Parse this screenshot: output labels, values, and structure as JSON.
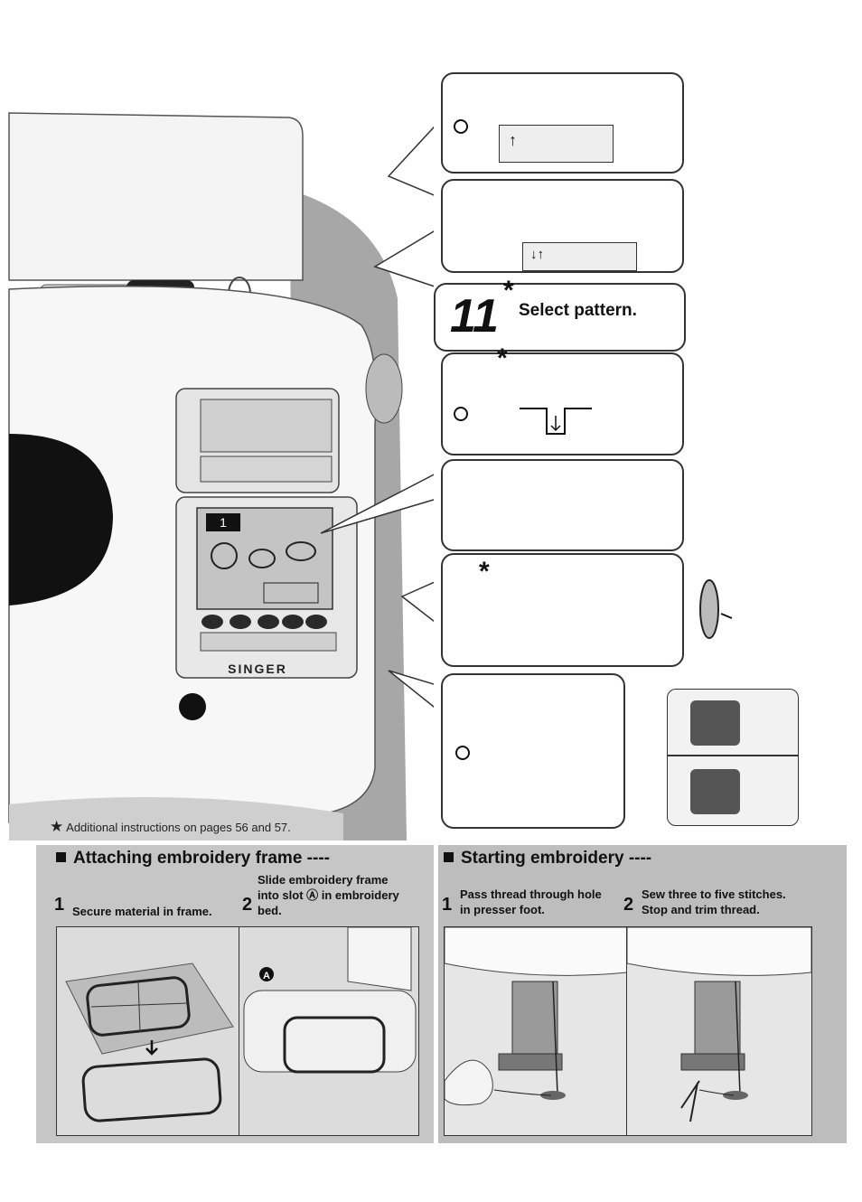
{
  "callouts": {
    "step11_number": "11",
    "step11_label": "Select pattern.",
    "asterisk": "*"
  },
  "footnote": {
    "star": "★",
    "text": "Additional instructions on pages 56 and 57."
  },
  "machine": {
    "brand": "SINGER",
    "display_number": "1"
  },
  "attaching": {
    "title": "Attaching embroidery frame ----",
    "step1_number": "1",
    "step1_text": "Secure material in frame.",
    "step2_number": "2",
    "step2_text_line1": "Slide embroidery frame",
    "step2_text_line2": "into slot Ⓐ in embroidery",
    "step2_text_line3": "bed.",
    "slot_marker": "A"
  },
  "starting": {
    "title": "Starting embroidery ----",
    "step1_number": "1",
    "step1_text_line1": "Pass thread through hole",
    "step1_text_line2": "in presser foot.",
    "step2_number": "2",
    "step2_text_line1": "Sew three to five stitches.",
    "step2_text_line2": "Stop and trim thread."
  }
}
